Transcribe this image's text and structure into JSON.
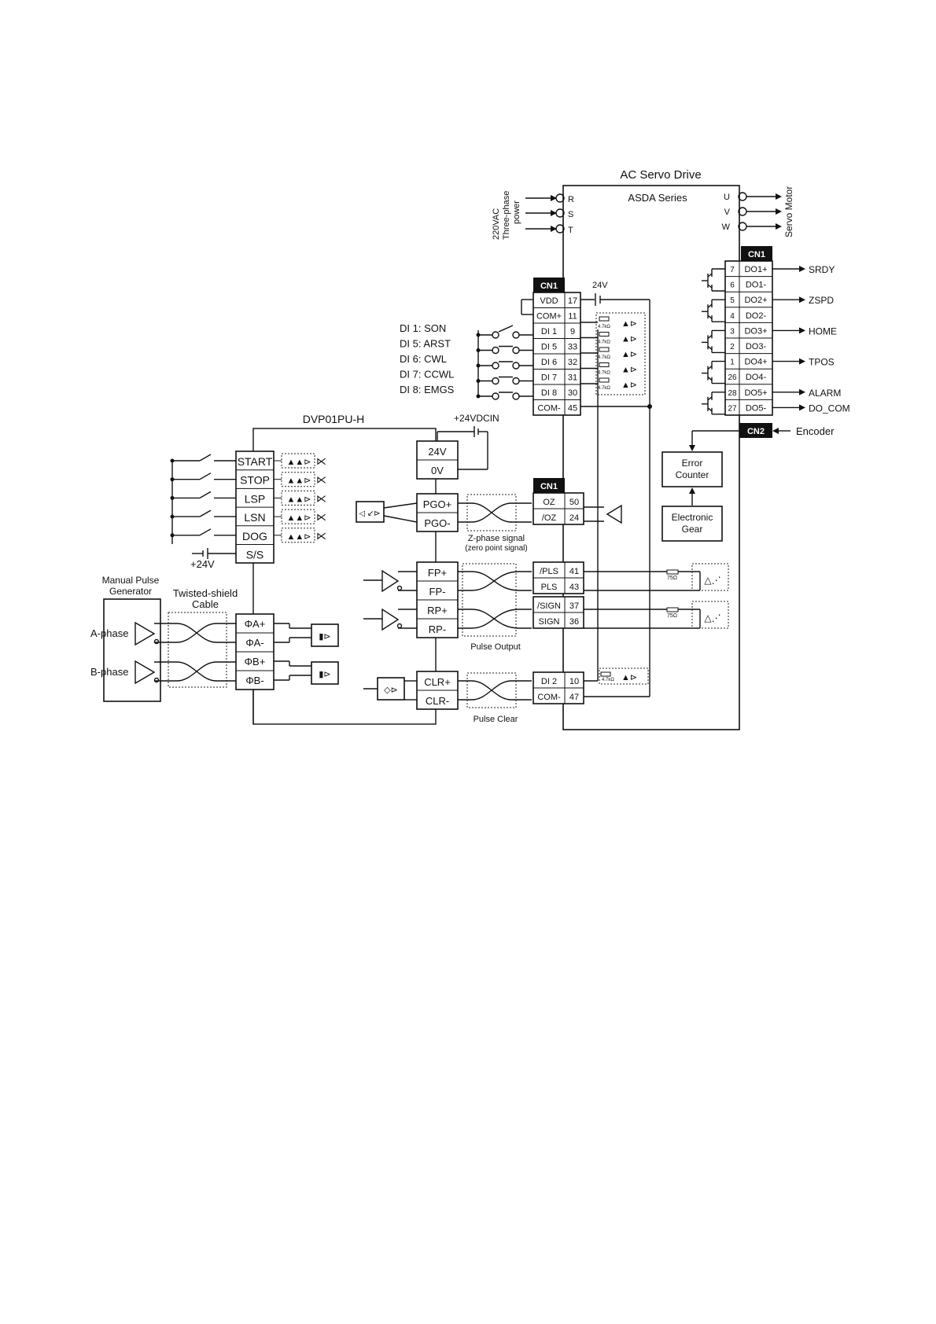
{
  "drive": {
    "title": "AC Servo Drive",
    "series": "ASDA Series",
    "power_label_line1": "220VAC",
    "power_label_line2": "Three-phase",
    "power_label_line3": "power",
    "power_terminals": [
      "R",
      "S",
      "T"
    ],
    "motor_terminals": [
      "U",
      "V",
      "W"
    ],
    "motor_label": "Servo Motor",
    "cn1": "CN1",
    "cn2": "CN2",
    "encoder": "Encoder",
    "error_counter_line1": "Error",
    "error_counter_line2": "Counter",
    "electronic_gear_line1": "Electronic",
    "electronic_gear_line2": "Gear",
    "v24": "24V",
    "resistor": "4.7kΩ",
    "r75": "75Ω"
  },
  "di_inputs": [
    {
      "label": "DI 1: SON",
      "pin": "DI 1",
      "num": "9"
    },
    {
      "label": "DI 5: ARST",
      "pin": "DI 5",
      "num": "33"
    },
    {
      "label": "DI 6: CWL",
      "pin": "DI 6",
      "num": "32"
    },
    {
      "label": "DI 7: CCWL",
      "pin": "DI 7",
      "num": "31"
    },
    {
      "label": "DI 8: EMGS",
      "pin": "DI 8",
      "num": "30"
    }
  ],
  "left_cn1_pins": [
    {
      "pin": "VDD",
      "num": "17"
    },
    {
      "pin": "COM+",
      "num": "11"
    },
    {
      "pin": "COM-",
      "num": "45"
    }
  ],
  "do_outputs": [
    {
      "num": "7",
      "pin": "DO1+",
      "signal": "SRDY"
    },
    {
      "num": "6",
      "pin": "DO1-",
      "signal": ""
    },
    {
      "num": "5",
      "pin": "DO2+",
      "signal": "ZSPD"
    },
    {
      "num": "4",
      "pin": "DO2-",
      "signal": ""
    },
    {
      "num": "3",
      "pin": "DO3+",
      "signal": "HOME"
    },
    {
      "num": "2",
      "pin": "DO3-",
      "signal": ""
    },
    {
      "num": "1",
      "pin": "DO4+",
      "signal": "TPOS"
    },
    {
      "num": "26",
      "pin": "DO4-",
      "signal": ""
    },
    {
      "num": "28",
      "pin": "DO5+",
      "signal": "ALARM"
    },
    {
      "num": "27",
      "pin": "DO5-",
      "signal": "DO_COM"
    }
  ],
  "module": {
    "name": "DVP01PU-H",
    "inputs": [
      "START",
      "STOP",
      "LSP",
      "LSN",
      "DOG",
      "S/S"
    ],
    "plus24v": "+24V",
    "supply_label": "+24VDCIN",
    "supply_terminals": [
      "24V",
      "0V"
    ],
    "pgo": [
      "PGO+",
      "PGO-"
    ],
    "fp": [
      "FP+",
      "FP-"
    ],
    "rp": [
      "RP+",
      "RP-"
    ],
    "clr": [
      "CLR+",
      "CLR-"
    ],
    "encoder_inputs": [
      "ΦA+",
      "ΦA-",
      "ΦB+",
      "ΦB-"
    ]
  },
  "pulse_pins": [
    {
      "pin": "OZ",
      "num": "50"
    },
    {
      "pin": "/OZ",
      "num": "24"
    },
    {
      "pin": "/PLS",
      "num": "41"
    },
    {
      "pin": "PLS",
      "num": "43"
    },
    {
      "pin": "/SIGN",
      "num": "37"
    },
    {
      "pin": "SIGN",
      "num": "36"
    },
    {
      "pin": "DI 2",
      "num": "10"
    },
    {
      "pin": "COM-",
      "num": "47"
    }
  ],
  "annotations": {
    "zphase_line1": "Z-phase signal",
    "zphase_line2": "(zero point signal)",
    "pulse_output": "Pulse Output",
    "pulse_clear": "Pulse Clear",
    "mpg_line1": "Manual Pulse",
    "mpg_line2": "Generator",
    "twisted_line1": "Twisted-shield",
    "twisted_line2": "Cable",
    "a_phase": "A-phase",
    "b_phase": "B-phase"
  }
}
